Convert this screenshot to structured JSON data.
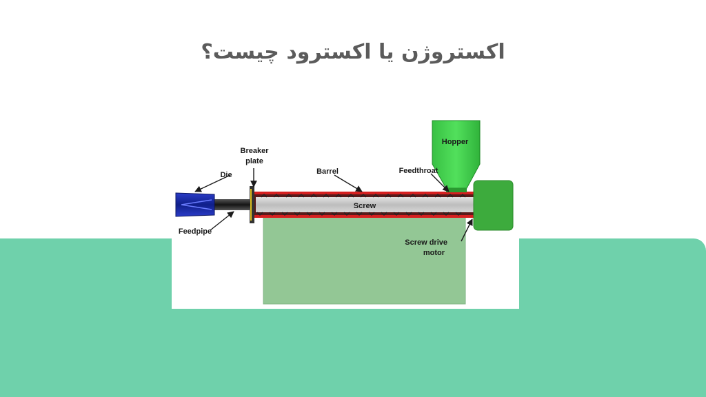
{
  "page": {
    "title": "اکستروژن یا اکسترود چیست؟"
  },
  "diagram": {
    "labels": {
      "hopper": "Hopper",
      "breaker_plate_line1": "Breaker",
      "breaker_plate_line2": "plate",
      "die": "Die",
      "barrel": "Barrel",
      "feedthroat": "Feedthroat",
      "screw": "Screw",
      "feedpipe": "Feedpipe",
      "screw_drive_motor_line1": "Screw drive",
      "screw_drive_motor_line2": "motor"
    },
    "colors": {
      "background_band": "#6fd1ab",
      "hopper": "#3fcf4a",
      "motor": "#3dab3d",
      "stand": "#93c795",
      "barrel_edge": "#d62020",
      "screw": "#c8c8c8",
      "die": "#1f2fb0",
      "feedpipe": "#2a2a2a"
    }
  }
}
